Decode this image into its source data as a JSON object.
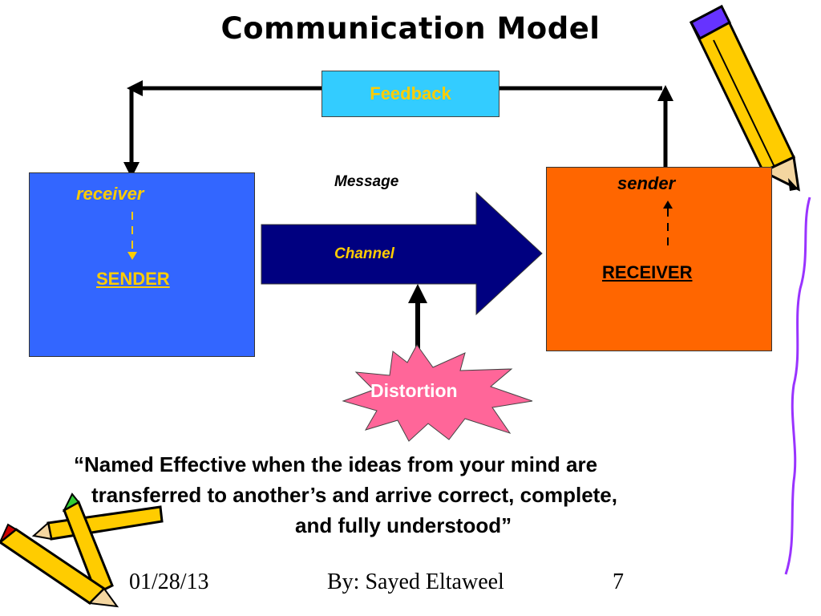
{
  "title": "Communication Model",
  "feedback": {
    "label": "Feedback"
  },
  "left_box": {
    "top_label": "receiver",
    "bottom_label": "SENDER"
  },
  "right_box": {
    "top_label": "sender",
    "bottom_label": "RECEIVER"
  },
  "arrow": {
    "message_label": "Message",
    "channel_label": "Channel"
  },
  "distortion": {
    "label": "Distortion"
  },
  "quote": {
    "line1": "“Named Effective when the ideas from your mind are",
    "line2": "transferred to another’s and arrive correct, complete,",
    "line3": "and fully understood”"
  },
  "footer": {
    "date": "01/28/13",
    "author": "By: Sayed Eltaweel",
    "page": "7"
  },
  "colors": {
    "feedback_fill": "#33ccff",
    "left_box_fill": "#3366ff",
    "right_box_fill": "#ff6600",
    "arrow_fill": "#000080",
    "distortion_fill": "#ff6699",
    "label_yellow": "#ffcc00"
  },
  "decorations": [
    "pencil-top-right",
    "pencils-bottom-left",
    "purple-border-line"
  ]
}
